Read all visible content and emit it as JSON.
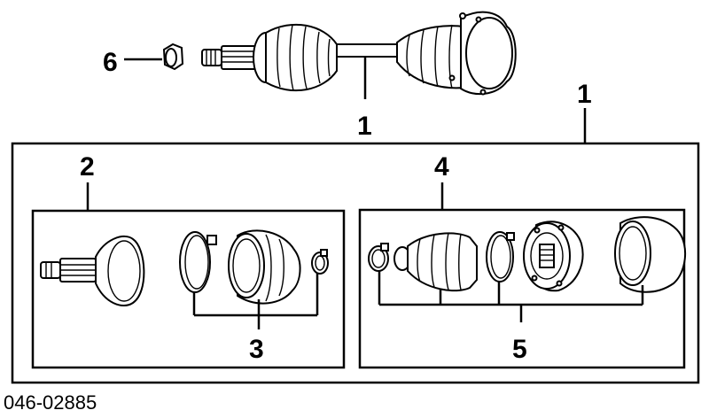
{
  "diagram": {
    "callouts": {
      "shaft_assembly": "1",
      "kit_frame": "1",
      "outer_kit": "2",
      "outer_kit_parts": "3",
      "inner_kit": "4",
      "inner_kit_parts": "5",
      "nut": "6"
    },
    "reference_code": "046-02885"
  }
}
